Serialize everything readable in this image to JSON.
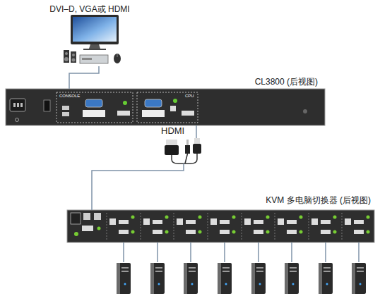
{
  "diagram": {
    "nodes": [
      {
        "text": [
          "DVI–D, VGA或 HDMI"
        ]
      },
      {
        "text": [
          "CL3800 (后视图)"
        ]
      },
      {
        "text": [
          "HDMI"
        ]
      },
      {
        "text": [
          "KVM 多电脑切换器 (后视图)"
        ]
      }
    ],
    "edges": [
      {
        "from": 0,
        "to": 1,
        "arrow": "none"
      },
      {
        "from": 1,
        "to": 2,
        "arrow": "none"
      },
      {
        "from": 2,
        "to": 3,
        "arrow": "none"
      }
    ],
    "labels": [
      "CONSOLE",
      "CPU"
    ]
  }
}
